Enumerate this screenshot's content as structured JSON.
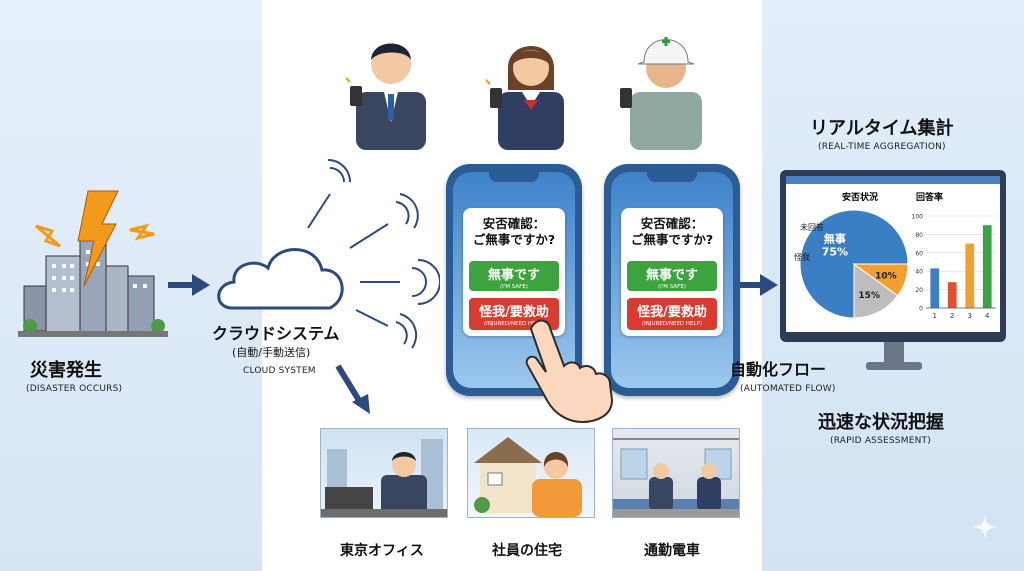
{
  "left": {
    "title": "災害発生",
    "subtitle": "(DISASTER OCCURS)"
  },
  "cloud": {
    "title": "クラウドシステム",
    "note": "(自動/手動送信)",
    "subtitle": "CLOUD SYSTEM"
  },
  "phones": [
    {
      "question": "安否確認：\nご無事ですか?",
      "safe_label": "無事です",
      "safe_sub": "(I'M SAFE)",
      "help_label": "怪我/要救助",
      "help_sub": "(INJURED/NEED HELP)"
    },
    {
      "question": "安否確認：\nご無事ですか?",
      "safe_label": "無事です",
      "safe_sub": "(I'M SAFE)",
      "help_label": "怪我/要救助",
      "help_sub": "(INJURED/NEED HELP)"
    }
  ],
  "flow": {
    "title": "自動化フロー",
    "subtitle": "(AUTOMATED FLOW)"
  },
  "aggregation": {
    "title": "リアルタイム集計",
    "subtitle": "(REAL-TIME AGGREGATION)"
  },
  "assessment": {
    "title": "迅速な状況把握",
    "subtitle": "(RAPID ASSESSMENT)"
  },
  "locations": [
    "東京オフィス",
    "社員の住宅",
    "通勤電車"
  ],
  "colors": {
    "safe": "#3da33f",
    "help": "#d83b2f",
    "phone": "#2c5c95",
    "pie_safe": "#3a7fc4",
    "pie_unanswered": "#bdbdbd",
    "pie_injured": "#f0a030"
  },
  "chart_data": [
    {
      "type": "pie",
      "title": "安否状況",
      "categories": [
        "無事",
        "未回答",
        "怪我"
      ],
      "values": [
        75,
        15,
        10
      ],
      "labels": [
        "無事\n75%",
        "15%",
        "10%"
      ]
    },
    {
      "type": "bar",
      "title": "回答率",
      "categories": [
        "1",
        "2",
        "3",
        "4"
      ],
      "values": [
        43,
        28,
        70,
        90
      ],
      "ylim": [
        0,
        100
      ],
      "yticks": [
        "0",
        "20",
        "40",
        "60",
        "80",
        "100"
      ],
      "grid": true
    }
  ]
}
